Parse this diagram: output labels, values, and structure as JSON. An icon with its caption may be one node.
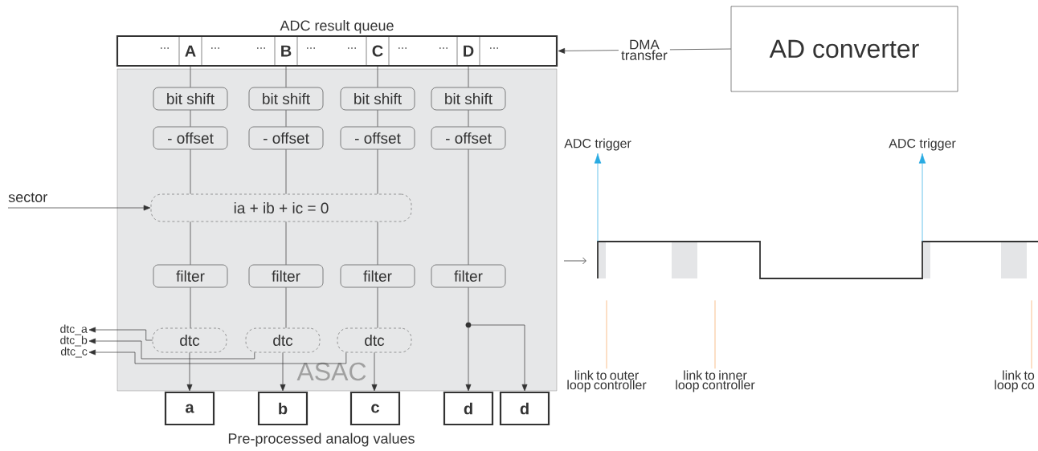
{
  "diagram": {
    "nodes": [
      {
        "text": [
          "ADC result queue"
        ]
      },
      {
        "text": [
          "A"
        ],
        "in": 0
      },
      {
        "text": [
          "B"
        ],
        "in": 0
      },
      {
        "text": [
          "C"
        ],
        "in": 0
      },
      {
        "text": [
          "D"
        ],
        "in": 0
      },
      {
        "text": [
          "AD converter"
        ]
      },
      {
        "text": [
          "ASAC"
        ]
      },
      {
        "text": [
          "bit shift"
        ],
        "in": 6
      },
      {
        "text": [
          "bit shift"
        ],
        "in": 6
      },
      {
        "text": [
          "bit shift"
        ],
        "in": 6
      },
      {
        "text": [
          "bit shift"
        ],
        "in": 6
      },
      {
        "text": [
          "- offset"
        ],
        "in": 6
      },
      {
        "text": [
          "- offset"
        ],
        "in": 6
      },
      {
        "text": [
          "- offset"
        ],
        "in": 6
      },
      {
        "text": [
          "- offset"
        ],
        "in": 6
      },
      {
        "text": [
          "ia + ib + ic = 0"
        ],
        "in": 6
      },
      {
        "text": [
          "filter"
        ],
        "in": 6
      },
      {
        "text": [
          "filter"
        ],
        "in": 6
      },
      {
        "text": [
          "filter"
        ],
        "in": 6
      },
      {
        "text": [
          "filter"
        ],
        "in": 6
      },
      {
        "text": [
          "dtc"
        ],
        "in": 6
      },
      {
        "text": [
          "dtc"
        ],
        "in": 6
      },
      {
        "text": [
          "dtc"
        ],
        "in": 6
      },
      {
        "text": [],
        "shape": "circle",
        "in": 6
      },
      {
        "text": [
          "a"
        ]
      },
      {
        "text": [
          "b"
        ]
      },
      {
        "text": [
          "c"
        ]
      },
      {
        "text": [
          "d"
        ]
      },
      {
        "text": [
          "d"
        ]
      },
      {
        "text": [
          "sector"
        ]
      },
      {
        "text": [
          "dtc_a"
        ]
      },
      {
        "text": [
          "dtc_b"
        ]
      },
      {
        "text": [
          "dtc_c"
        ]
      },
      {
        "text": [
          "ADC trigger"
        ]
      },
      {
        "text": [
          "ADC trigger"
        ]
      },
      {
        "text": [
          "link to outer loop controller"
        ]
      },
      {
        "text": [
          "link to inner loop controller"
        ]
      },
      {
        "text": [
          "link to loop co"
        ]
      },
      {
        "text": [],
        "shape": "picture"
      }
    ],
    "edges": [
      {
        "from": 5,
        "to": 0,
        "arrow": "to",
        "label": "DMA transfer"
      },
      {
        "from": 1,
        "to": 7,
        "arrow": "none"
      },
      {
        "from": 2,
        "to": 8,
        "arrow": "none"
      },
      {
        "from": 3,
        "to": 9,
        "arrow": "none"
      },
      {
        "from": 4,
        "to": 10,
        "arrow": "none"
      },
      {
        "from": 7,
        "to": 11,
        "arrow": "none"
      },
      {
        "from": 8,
        "to": 12,
        "arrow": "none"
      },
      {
        "from": 9,
        "to": 13,
        "arrow": "none"
      },
      {
        "from": 10,
        "to": 14,
        "arrow": "none"
      },
      {
        "from": 11,
        "to": 15,
        "arrow": "none"
      },
      {
        "from": 12,
        "to": 15,
        "arrow": "none"
      },
      {
        "from": 13,
        "to": 15,
        "arrow": "none"
      },
      {
        "from": 14,
        "to": 19,
        "arrow": "none"
      },
      {
        "from": 15,
        "to": 16,
        "arrow": "none"
      },
      {
        "from": 15,
        "to": 17,
        "arrow": "none"
      },
      {
        "from": 15,
        "to": 18,
        "arrow": "none"
      },
      {
        "from": 16,
        "to": 20,
        "arrow": "none"
      },
      {
        "from": 17,
        "to": 21,
        "arrow": "none"
      },
      {
        "from": 18,
        "to": 22,
        "arrow": "none"
      },
      {
        "from": 20,
        "to": 24,
        "arrow": "to"
      },
      {
        "from": 21,
        "to": 25,
        "arrow": "to"
      },
      {
        "from": 22,
        "to": 26,
        "arrow": "to"
      },
      {
        "from": 19,
        "to": 23,
        "arrow": "none"
      },
      {
        "from": 23,
        "to": 27,
        "arrow": "to"
      },
      {
        "from": 23,
        "to": 28,
        "arrow": "to"
      },
      {
        "from": 29,
        "to": 15,
        "arrow": "to"
      },
      {
        "from": 20,
        "to": 30,
        "arrow": "to"
      },
      {
        "from": 21,
        "to": 31,
        "arrow": "to"
      },
      {
        "from": 22,
        "to": 32,
        "arrow": "to"
      },
      {
        "from": 38,
        "to": 33,
        "arrow": "to",
        "color": "#29abe2"
      },
      {
        "from": 38,
        "to": 34,
        "arrow": "to",
        "color": "#29abe2"
      },
      {
        "from": 35,
        "to": null,
        "arrow": "none",
        "color": "#f7a35c"
      },
      {
        "from": 36,
        "to": null,
        "arrow": "none",
        "color": "#f7a35c"
      },
      {
        "from": 37,
        "to": null,
        "arrow": "none",
        "color": "#f7a35c"
      }
    ],
    "labels": [
      "...",
      "...",
      "...",
      "...",
      "...",
      "...",
      "...",
      "...",
      "Pre-processed analog values"
    ]
  }
}
